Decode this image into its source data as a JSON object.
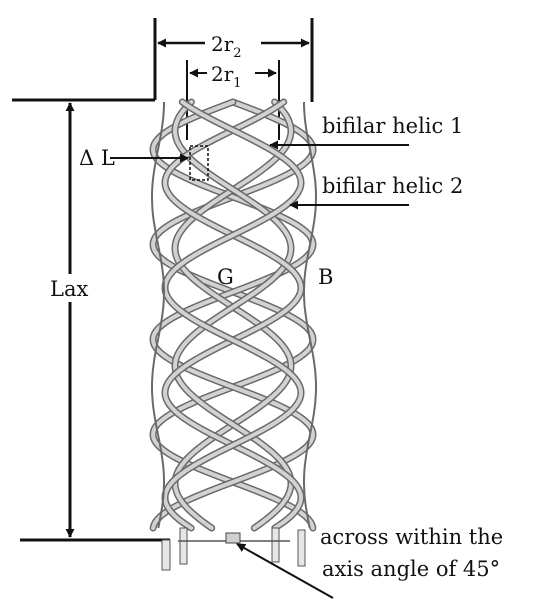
{
  "labels": {
    "outer_diameter": {
      "main": "2r",
      "sub": "2"
    },
    "inner_diameter": {
      "main": "2r",
      "sub": "1"
    },
    "delta_l": "Δ L",
    "lax": "Lax",
    "helix_1": "bifilar helic 1",
    "helix_2": "bifilar helic 2",
    "g": "G",
    "b": "B",
    "note_line1": "across within the",
    "note_line2": "axis angle of 45°"
  },
  "colors": {
    "ink": "#111111",
    "helix_light": "#d2d2d2",
    "helix_dark": "#6a6a6a",
    "background": "#ffffff"
  }
}
